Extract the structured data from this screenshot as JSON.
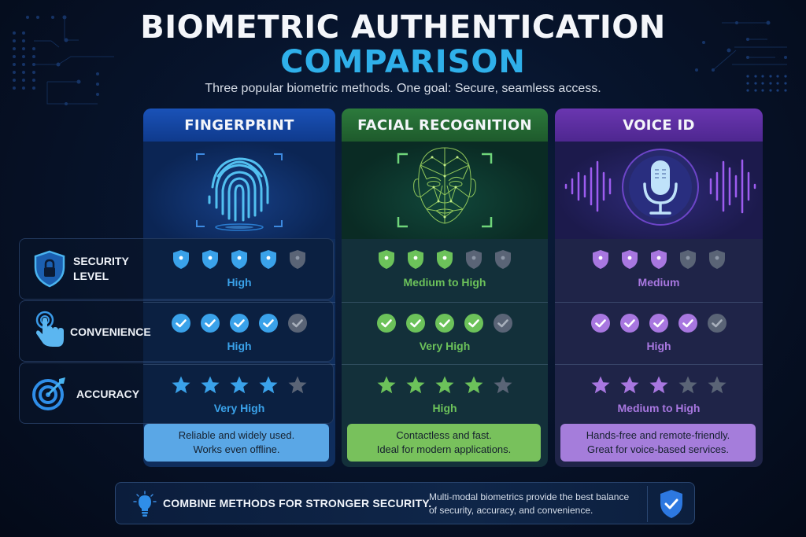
{
  "header": {
    "title_line1": "BIOMETRIC AUTHENTICATION",
    "title_line2": "COMPARISON",
    "subtitle": "Three popular biometric methods. One goal: Secure, seamless access."
  },
  "colors": {
    "background": "#07142c",
    "title_accent": "#2fb0ea",
    "fingerprint": "#3aa2ea",
    "facial": "#6cc25a",
    "voice": "#a877e0",
    "inactive": "#5a6476"
  },
  "rows": [
    {
      "label_line1": "SECURITY",
      "label_line2": "LEVEL",
      "icon": "shield-lock-icon",
      "indicator": "shield"
    },
    {
      "label_line1": "CONVENIENCE",
      "label_line2": "",
      "icon": "touch-hand-icon",
      "indicator": "check"
    },
    {
      "label_line1": "ACCURACY",
      "label_line2": "",
      "icon": "target-icon",
      "indicator": "star"
    }
  ],
  "methods": [
    {
      "name": "FINGERPRINT",
      "visual": "fingerprint-icon",
      "ratings": [
        {
          "metric": "Security Level",
          "score": 4,
          "max": 5,
          "value": "High"
        },
        {
          "metric": "Convenience",
          "score": 4,
          "max": 5,
          "value": "High"
        },
        {
          "metric": "Accuracy",
          "score": 4,
          "max": 5,
          "value": "Very High"
        }
      ],
      "desc_line1": "Reliable and widely used.",
      "desc_line2": "Works even offline."
    },
    {
      "name": "FACIAL RECOGNITION",
      "visual": "face-mesh-icon",
      "ratings": [
        {
          "metric": "Security Level",
          "score": 3,
          "max": 5,
          "value": "Medium to High"
        },
        {
          "metric": "Convenience",
          "score": 4,
          "max": 5,
          "value": "Very High"
        },
        {
          "metric": "Accuracy",
          "score": 4,
          "max": 5,
          "value": "High"
        }
      ],
      "desc_line1": "Contactless and fast.",
      "desc_line2": "Ideal for modern applications."
    },
    {
      "name": "VOICE ID",
      "visual": "microphone-icon",
      "ratings": [
        {
          "metric": "Security Level",
          "score": 3,
          "max": 5,
          "value": "Medium"
        },
        {
          "metric": "Convenience",
          "score": 4,
          "max": 5,
          "value": "High"
        },
        {
          "metric": "Accuracy",
          "score": 3,
          "max": 5,
          "value": "Medium to High"
        }
      ],
      "desc_line1": "Hands-free and remote-friendly.",
      "desc_line2": "Great for voice-based services."
    }
  ],
  "footer": {
    "title": "COMBINE METHODS FOR STRONGER SECURITY.",
    "text_line1": "Multi-modal biometrics provide the best balance",
    "text_line2": "of security, accuracy, and convenience."
  }
}
